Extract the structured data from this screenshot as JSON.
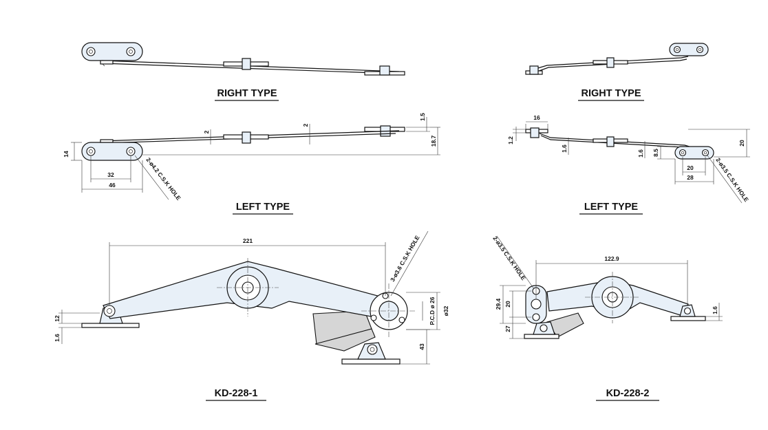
{
  "views": {
    "right_type_left": "RIGHT TYPE",
    "right_type_right": "RIGHT TYPE",
    "left_type_left": "LEFT TYPE",
    "left_type_right": "LEFT TYPE",
    "model_1": "KD-228-1",
    "model_2": "KD-228-2"
  },
  "dimensions": {
    "d14": "14",
    "d32": "32",
    "d46": "46",
    "d2_a": "2",
    "d2_b": "2",
    "d1_5": "1.5",
    "d18_7": "18.7",
    "hole_left": "2-ø4.2 C.S.K HOLE",
    "d16": "16",
    "d1_2": "1.2",
    "d1_6_a": "1.6",
    "d1_6_b": "1.6",
    "d8_5": "8.5",
    "d20_a": "20",
    "d28": "28",
    "d20_b": "20",
    "hole_right": "2-ø3.5 C.S.K HOLE",
    "d221": "221",
    "hole_kd1": "3-ø3.6 C.S.K HOLE",
    "d12": "12",
    "d1_6_c": "1.6",
    "pcd": "P.C.D ø 26",
    "d32_dia": "ø32",
    "d43": "43",
    "d122_9": "122.9",
    "hole_kd2": "2-ø3.5 C.S.K HOLE",
    "d29_4": "29.4",
    "d20_c": "20",
    "d27": "27",
    "d1_6_d": "1.6"
  }
}
